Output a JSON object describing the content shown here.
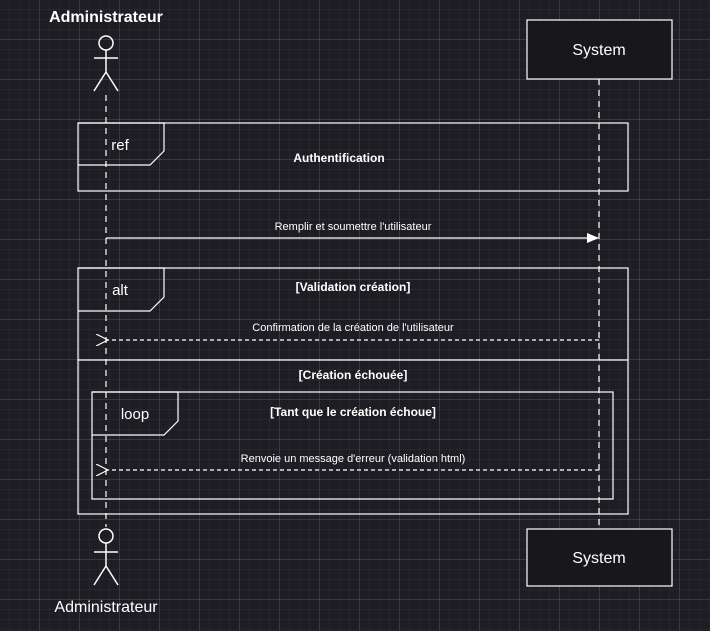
{
  "actor": {
    "top_label": "Administrateur",
    "bottom_label": "Administrateur"
  },
  "system": {
    "top_label": "System",
    "bottom_label": "System"
  },
  "ref_fragment": {
    "tag": "ref",
    "title": "Authentification"
  },
  "messages": {
    "submit": "Remplir et soumettre  l'utilisateur",
    "confirm": "Confirmation de la création de l'utilisateur",
    "error": "Renvoie un message d'erreur (validation html)"
  },
  "alt_fragment": {
    "tag": "alt",
    "guard_success": "[Validation création]",
    "guard_failure": "[Création échouée]"
  },
  "loop_fragment": {
    "tag": "loop",
    "guard": "[Tant que le création échoue]"
  },
  "colors": {
    "background": "#1e1d23",
    "line": "#ffffff",
    "box_fill": "#18171c"
  }
}
